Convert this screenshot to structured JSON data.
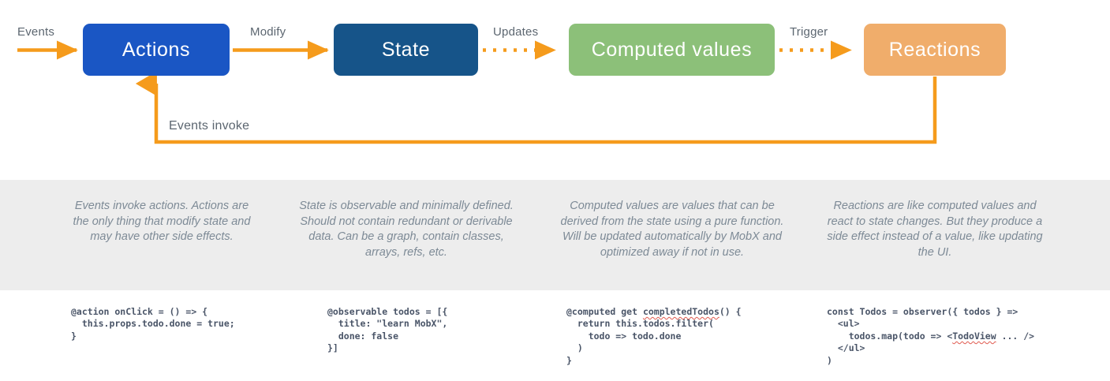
{
  "theme": {
    "background": "#ffffff",
    "band_background": "#EDEDED",
    "arrow_color": "#F59B1C",
    "edge_label_color": "#5C6670",
    "description_color": "#7D8A96",
    "code_color": "#4A5568",
    "spellcheck_underline_color": "#E05A4F"
  },
  "flow": {
    "nodes": [
      {
        "id": "actions",
        "label": "Actions",
        "color": "#1A56C4"
      },
      {
        "id": "state",
        "label": "State",
        "color": "#165489"
      },
      {
        "id": "computed",
        "label": "Computed values",
        "color": "#8CC079"
      },
      {
        "id": "reactions",
        "label": "Reactions",
        "color": "#F0AD6B"
      }
    ],
    "edges": [
      {
        "id": "events",
        "label": "Events",
        "style": "solid",
        "from": "",
        "to": "actions"
      },
      {
        "id": "modify",
        "label": "Modify",
        "style": "solid",
        "from": "actions",
        "to": "state"
      },
      {
        "id": "updates",
        "label": "Updates",
        "style": "dotted",
        "from": "state",
        "to": "computed"
      },
      {
        "id": "trigger",
        "label": "Trigger",
        "style": "dotted",
        "from": "computed",
        "to": "reactions"
      },
      {
        "id": "events-invoke",
        "label": "Events invoke",
        "style": "solid",
        "from": "reactions",
        "to": "actions"
      }
    ]
  },
  "descriptions": [
    "Events invoke actions. Actions are the only thing that modify state and may have other side effects.",
    "State is observable and minimally defined. Should not contain redundant or derivable data. Can be a graph, contain classes, arrays, refs, etc.",
    "Computed values are values that can be derived from the state using a pure function. Will be updated automatically by MobX and optimized away if not in use.",
    "Reactions are like computed values and react to state changes. But they produce a side effect instead of a value, like updating the UI."
  ],
  "code_samples": [
    {
      "id": "action-sample",
      "text": "@action onClick = () => {\n  this.props.todo.done = true;\n}",
      "misspelled": []
    },
    {
      "id": "observable-sample",
      "text": "@observable todos = [{\n  title: \"learn MobX\",\n  done: false\n}]",
      "misspelled": []
    },
    {
      "id": "computed-sample",
      "text": "@computed get completedTodos() {\n  return this.todos.filter(\n    todo => todo.done\n  )\n}",
      "misspelled": [
        "completedTodos"
      ]
    },
    {
      "id": "observer-sample",
      "text": "const Todos = observer({ todos } =>\n  <ul>\n    todos.map(todo => <TodoView ... />\n  </ul>\n)",
      "misspelled": [
        "TodoView"
      ]
    }
  ]
}
